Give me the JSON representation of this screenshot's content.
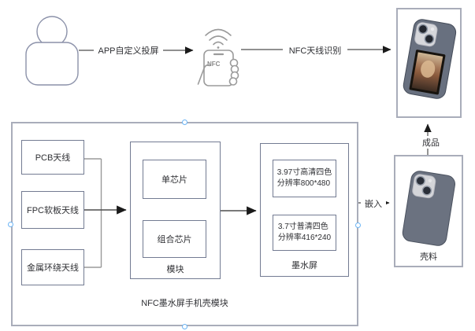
{
  "top_flow": {
    "app_cast_label": "APP自定义投屏",
    "nfc_recognize_label": "NFC天线识别",
    "nfc_icon_text": "NFC"
  },
  "main_module": {
    "title": "NFC墨水屏手机壳模块",
    "antennas": [
      {
        "label": "PCB天线"
      },
      {
        "label": "FPC软板天线"
      },
      {
        "label": "金属环绕天线"
      }
    ],
    "module_group": {
      "label": "模块",
      "chips": [
        {
          "label": "单芯片"
        },
        {
          "label": "组合芯片"
        }
      ]
    },
    "ink_group": {
      "label": "墨水屏",
      "screens": [
        {
          "label": "3.97寸高清四色\n分辨率800*480"
        },
        {
          "label": "3.7寸普清四色\n分辨率416*240"
        }
      ]
    }
  },
  "right_flow": {
    "embed_label": "嵌入",
    "case_label": "壳料",
    "finished_label": "成品"
  },
  "colors": {
    "shape_border": "#737b92",
    "container_border": "#a9adba",
    "wire": "#4d4d4d",
    "bus_wire": "#9a9a9a",
    "text": "#2e2f33",
    "connection_point": "#6cb5f5",
    "phone_case": "#6a7280",
    "camera_plate": "#d6d7db",
    "nfc_icon": "#9b9b9b"
  }
}
